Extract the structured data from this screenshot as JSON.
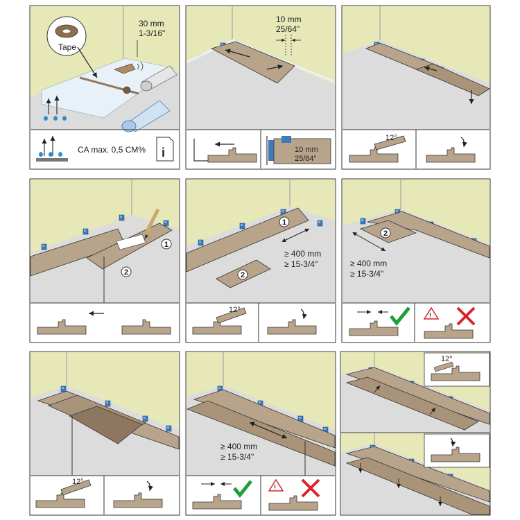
{
  "colors": {
    "wall": "#e7e8b8",
    "floor": "#dcdcdc",
    "plank": "#b8a48a",
    "plank_dark": "#8e7760",
    "spacer": "#3f7ab8",
    "membrane": "#e9f1f8",
    "ok": "#1e9e3a",
    "bad": "#d9232a",
    "line": "#333333"
  },
  "panel1": {
    "tape_label": "Tape",
    "gap_mm": "30 mm",
    "gap_in": "1-3/16\"",
    "moisture_text": "CA max. 0,5 CM%",
    "info_icon": "i"
  },
  "panel2": {
    "gap_mm": "10 mm",
    "gap_in": "25/64\"",
    "detail_mm": "10 mm",
    "detail_in": "25/64\""
  },
  "panel3": {
    "angle": "12°"
  },
  "panel4": {
    "num1": "1",
    "num2": "2"
  },
  "panel5": {
    "num1": "1",
    "num2": "2",
    "min_mm": "≥ 400 mm",
    "min_in": "≥ 15-3/4\"",
    "angle": "12°"
  },
  "panel6": {
    "num2": "2",
    "min_mm": "≥ 400 mm",
    "min_in": "≥ 15-3/4\""
  },
  "panel7": {
    "angle": "12°"
  },
  "panel8": {
    "min_mm": "≥ 400 mm",
    "min_in": "≥ 15-3/4\""
  },
  "panel9": {
    "angle": "12°"
  }
}
